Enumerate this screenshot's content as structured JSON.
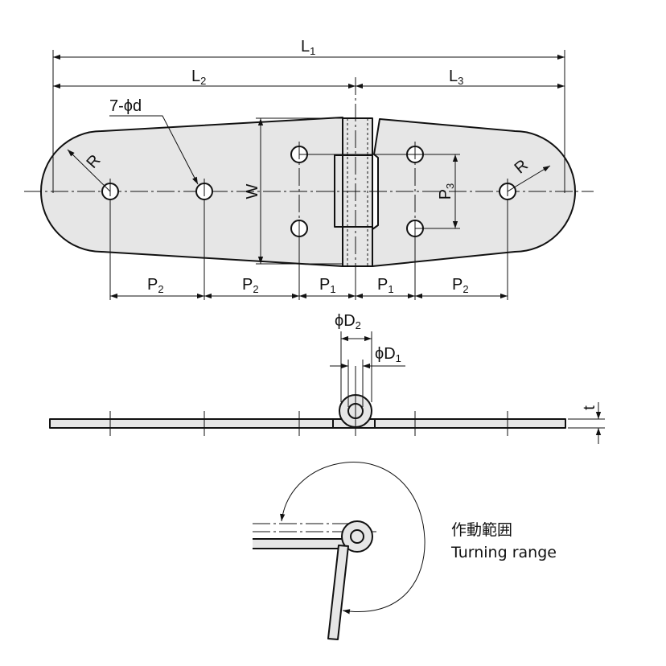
{
  "dimensions": {
    "L1": {
      "main": "L",
      "sub": "1"
    },
    "L2": {
      "main": "L",
      "sub": "2"
    },
    "L3": {
      "main": "L",
      "sub": "3"
    },
    "hole_spec": "7-ϕd",
    "W": "W",
    "P3": {
      "main": "P",
      "sub": "3"
    },
    "R": "R",
    "P1": {
      "main": "P",
      "sub": "1"
    },
    "P2": {
      "main": "P",
      "sub": "2"
    },
    "D2": {
      "main": "ϕD",
      "sub": "2"
    },
    "D1": {
      "main": "ϕD",
      "sub": "1"
    },
    "t": "t"
  },
  "turning_range": {
    "label_ja": "作動範囲",
    "label_en": "Turning range"
  }
}
